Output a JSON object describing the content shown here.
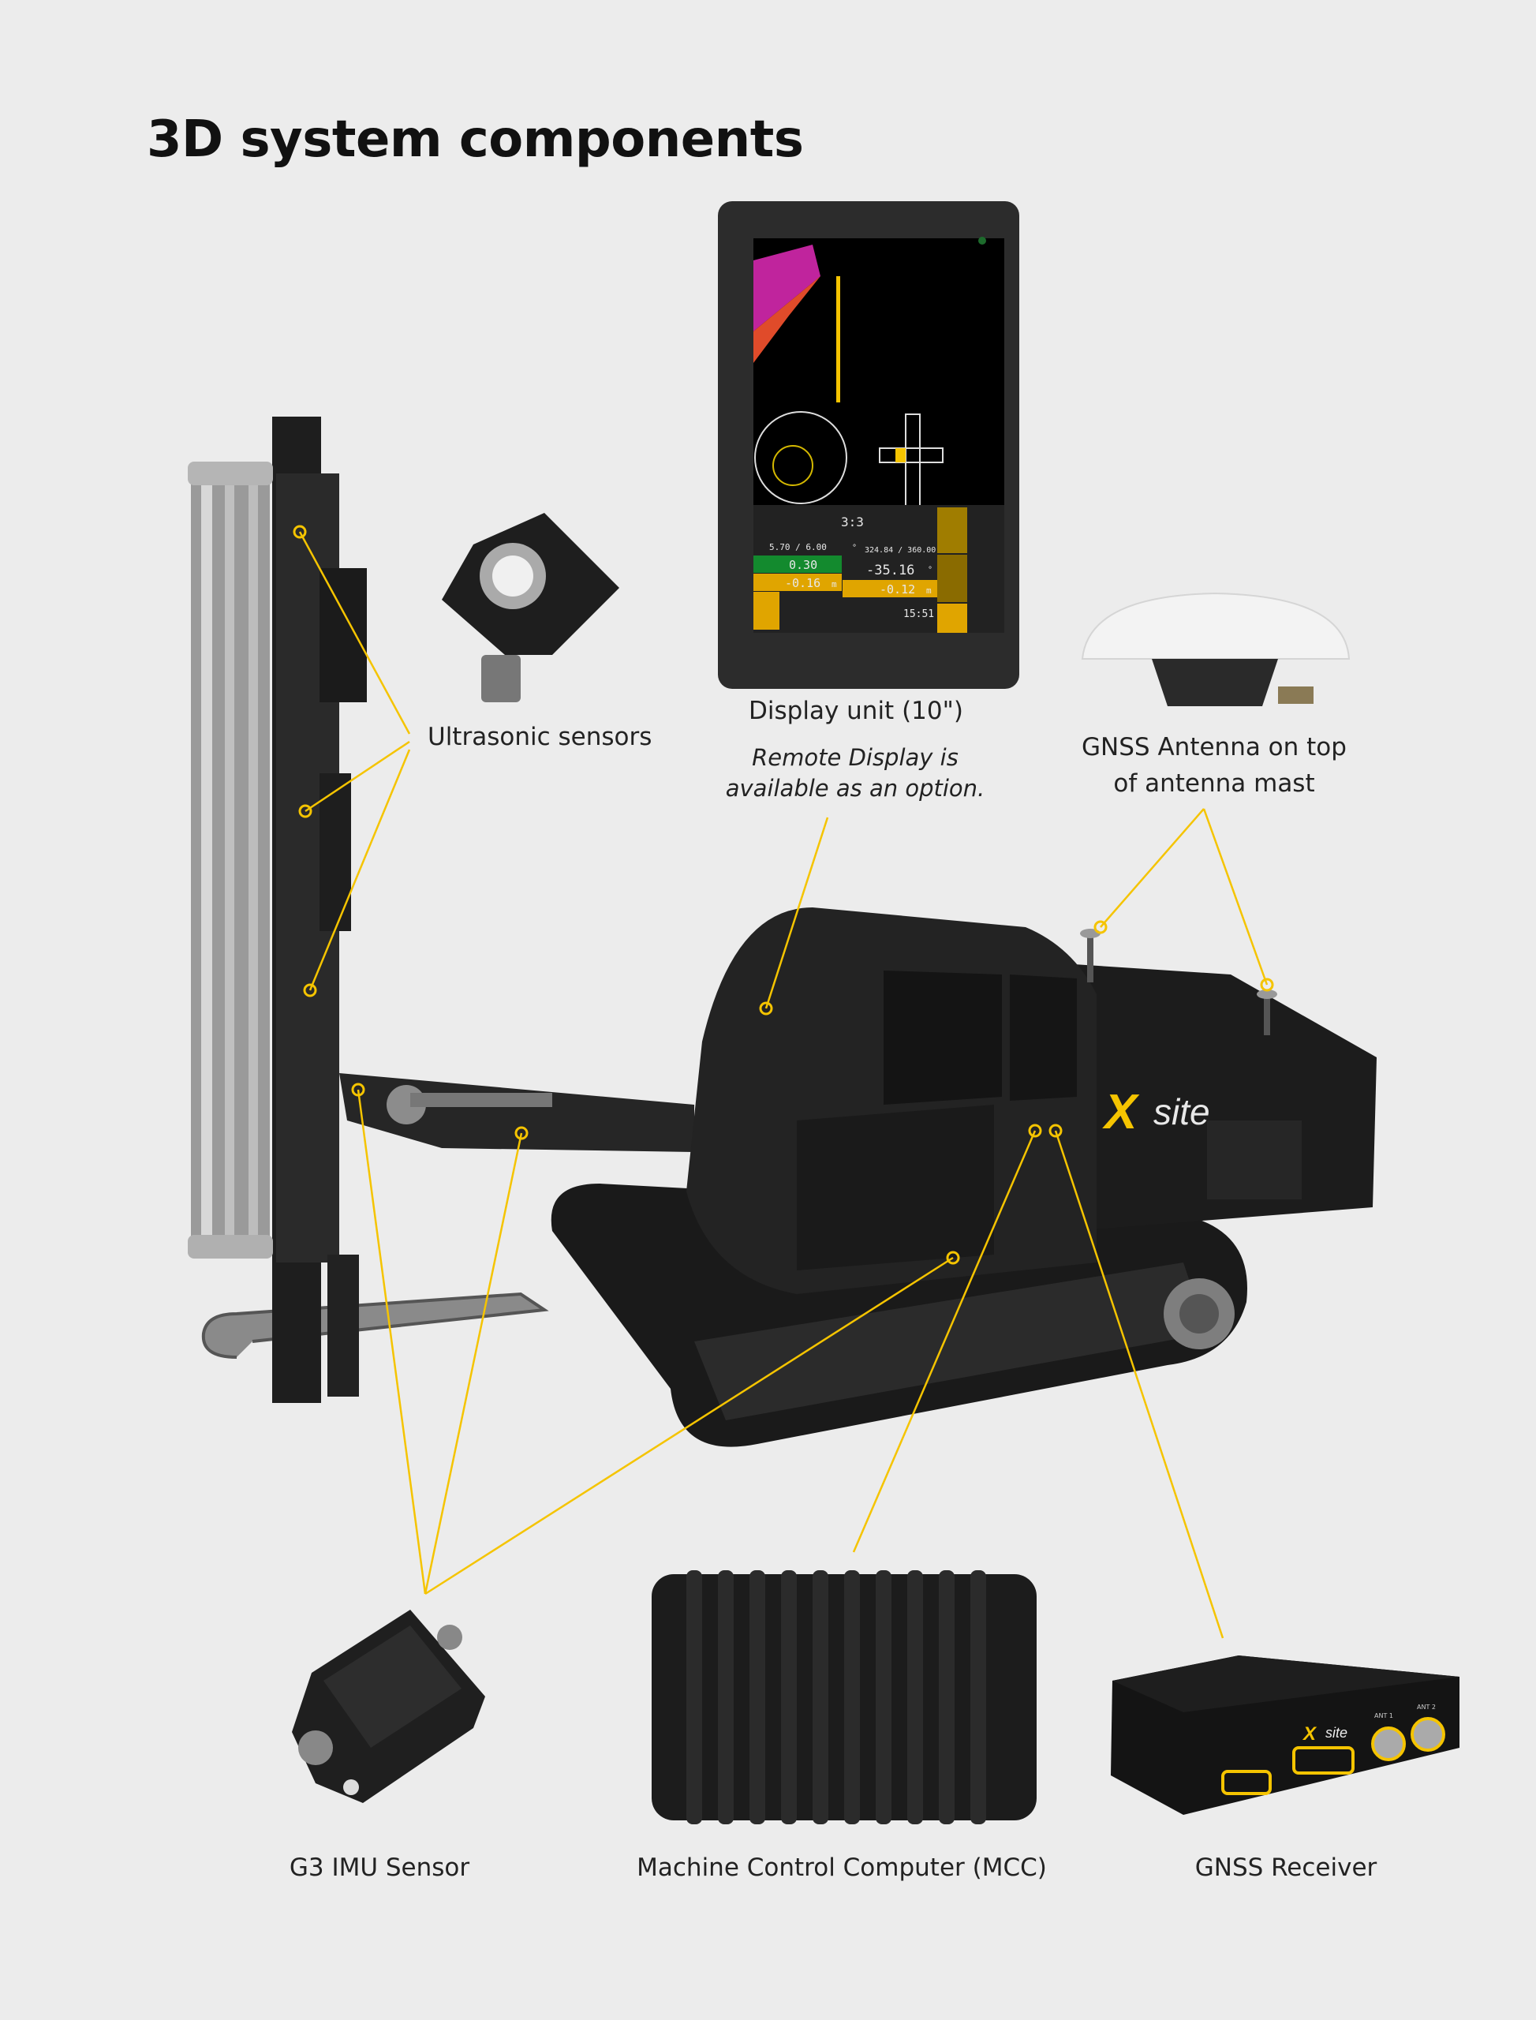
{
  "title": "3D system components",
  "labels": {
    "ultrasonic": "Ultrasonic sensors",
    "display": "Display unit (10\")",
    "display_note_1": "Remote Display is",
    "display_note_2": "available as an option.",
    "antenna_1": "GNSS Antenna on top",
    "antenna_2": "of antenna mast",
    "imu": "G3 IMU Sensor",
    "mcc": "Machine Control Computer (MCC)",
    "receiver": "GNSS Receiver"
  },
  "screen": {
    "page": "3:3",
    "tilt": "5.70 / 6.00",
    "azimuth": "324.84 / 360.00",
    "tilt_diff": "0.30",
    "azimuth_diff": "-35.16",
    "offset_horizontal": "-0.16",
    "offset_vertical": "-0.12",
    "unit_deg": "°",
    "unit_m": "m",
    "time": "15:51"
  },
  "branding": {
    "machine_logo": "Xsite",
    "receiver_logo": "Xsite",
    "ant1": "ANT 1",
    "ant2": "ANT 2"
  },
  "colors": {
    "accent": "#f5c400",
    "background": "#ececec"
  }
}
